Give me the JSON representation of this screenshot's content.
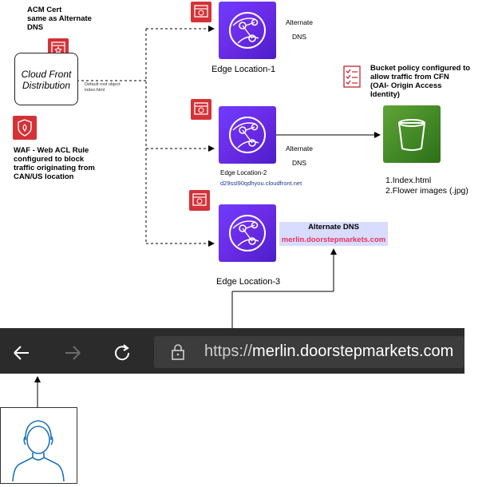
{
  "notes": {
    "acm": [
      "ACM Cert",
      "same as Alternate",
      "DNS"
    ],
    "waf": [
      "WAF - Web ACL Rule",
      "configured to block",
      "traffic originating from",
      "CAN/US location"
    ],
    "bucket_policy": [
      "Bucket policy configured to",
      "allow traffic from CFN",
      "(OAI- Origin Access",
      "Identity)"
    ]
  },
  "cloudfront": {
    "title_line1": "Cloud Front",
    "title_line2": "Distribution",
    "default_object_line1": "Default root object",
    "default_object_line2": "index.html"
  },
  "edges": [
    {
      "label": "Edge Location-1",
      "alt_line1": "Alternate",
      "alt_line2": "DNS"
    },
    {
      "label": "Edge Location-2",
      "alt_line1": "Alternate",
      "alt_line2": "DNS",
      "domain": "d29ssl90qdhyou.cloudfront.net"
    },
    {
      "label": "Edge Location-3"
    }
  ],
  "alternate_dns": {
    "title": "Alternate DNS",
    "value": "merlin.doorstepmarkets.com"
  },
  "s3": {
    "files": [
      "1.Index.html",
      "2.Flower images (.jpg)"
    ]
  },
  "browser": {
    "url_scheme": "https://",
    "url_host": "merlin.doorstepmarkets.com"
  },
  "colors": {
    "edge_purple": "#6b2be6",
    "s3_green": "#3f8624",
    "aws_red": "#d43237",
    "alt_dns_bg": "#d8dcff",
    "alt_dns_url": "#e8335a"
  },
  "icons": [
    "certificate-icon",
    "cloudfront-edge-icon",
    "waf-icon",
    "bucket-policy-checklist-icon",
    "s3-bucket-icon",
    "back-arrow-icon",
    "forward-arrow-icon",
    "refresh-icon",
    "lock-icon",
    "user-avatar-icon"
  ]
}
